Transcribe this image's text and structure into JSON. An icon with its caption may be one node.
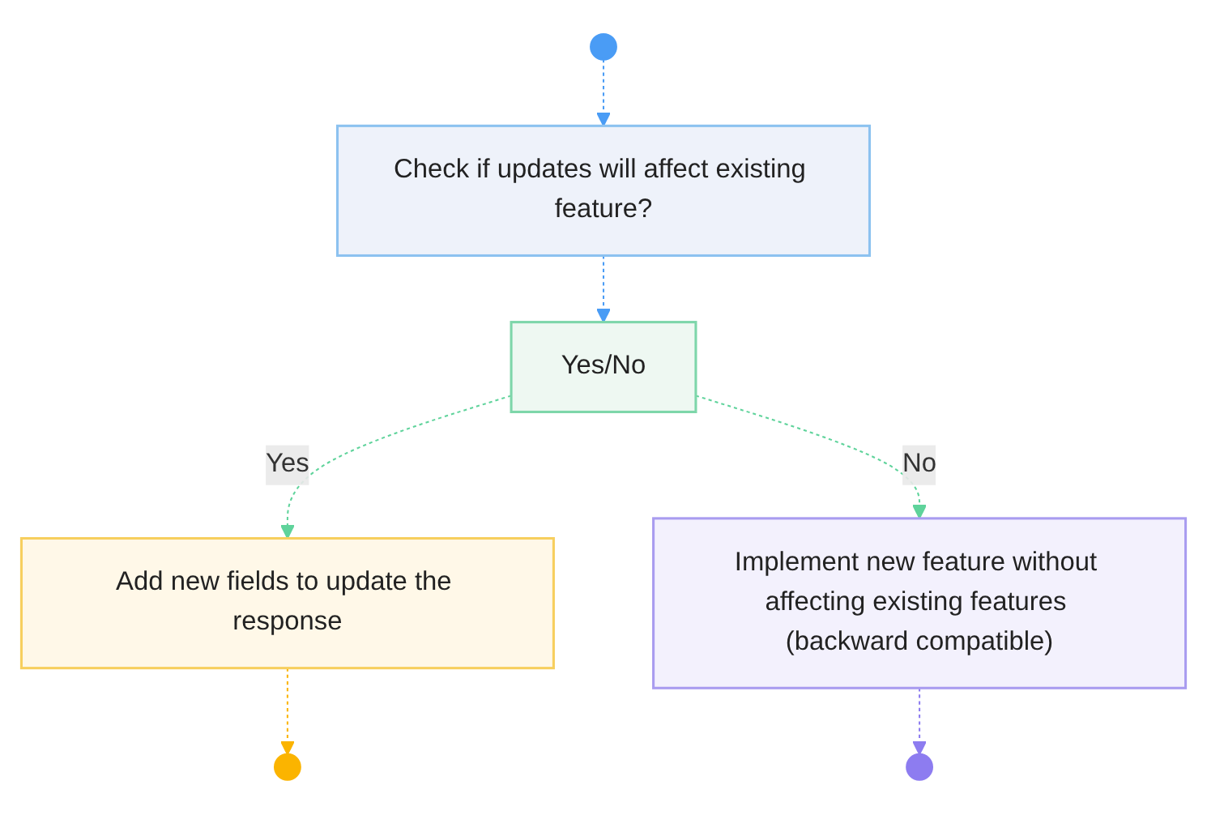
{
  "diagram": {
    "nodes": [
      {
        "text": [],
        "shape": "circle"
      },
      {
        "text": [
          "Check if updates will affect existing feature?"
        ]
      },
      {
        "text": [
          "Yes/No"
        ]
      },
      {
        "text": [
          "Add new fields to update the response"
        ]
      },
      {
        "text": [
          "Implement new feature without affecting existing features (backward compatible)"
        ]
      },
      {
        "text": [],
        "shape": "circle"
      },
      {
        "text": [],
        "shape": "circle"
      }
    ],
    "edges": [
      {
        "from": 0,
        "to": 1,
        "arrow": "to",
        "style": "dashed",
        "color": "#4a9cf5"
      },
      {
        "from": 1,
        "to": 2,
        "arrow": "to",
        "style": "dashed",
        "color": "#4a9cf5"
      },
      {
        "from": 2,
        "to": 3,
        "label": "Yes",
        "arrow": "to",
        "style": "dashed",
        "color": "#5fd39b"
      },
      {
        "from": 2,
        "to": 4,
        "label": "No",
        "arrow": "to",
        "style": "dashed",
        "color": "#5fd39b"
      },
      {
        "from": 3,
        "to": 5,
        "arrow": "to",
        "style": "dashed",
        "color": "#fbb400"
      },
      {
        "from": 4,
        "to": 6,
        "arrow": "to",
        "style": "dashed",
        "color": "#8d7cf0"
      }
    ]
  }
}
